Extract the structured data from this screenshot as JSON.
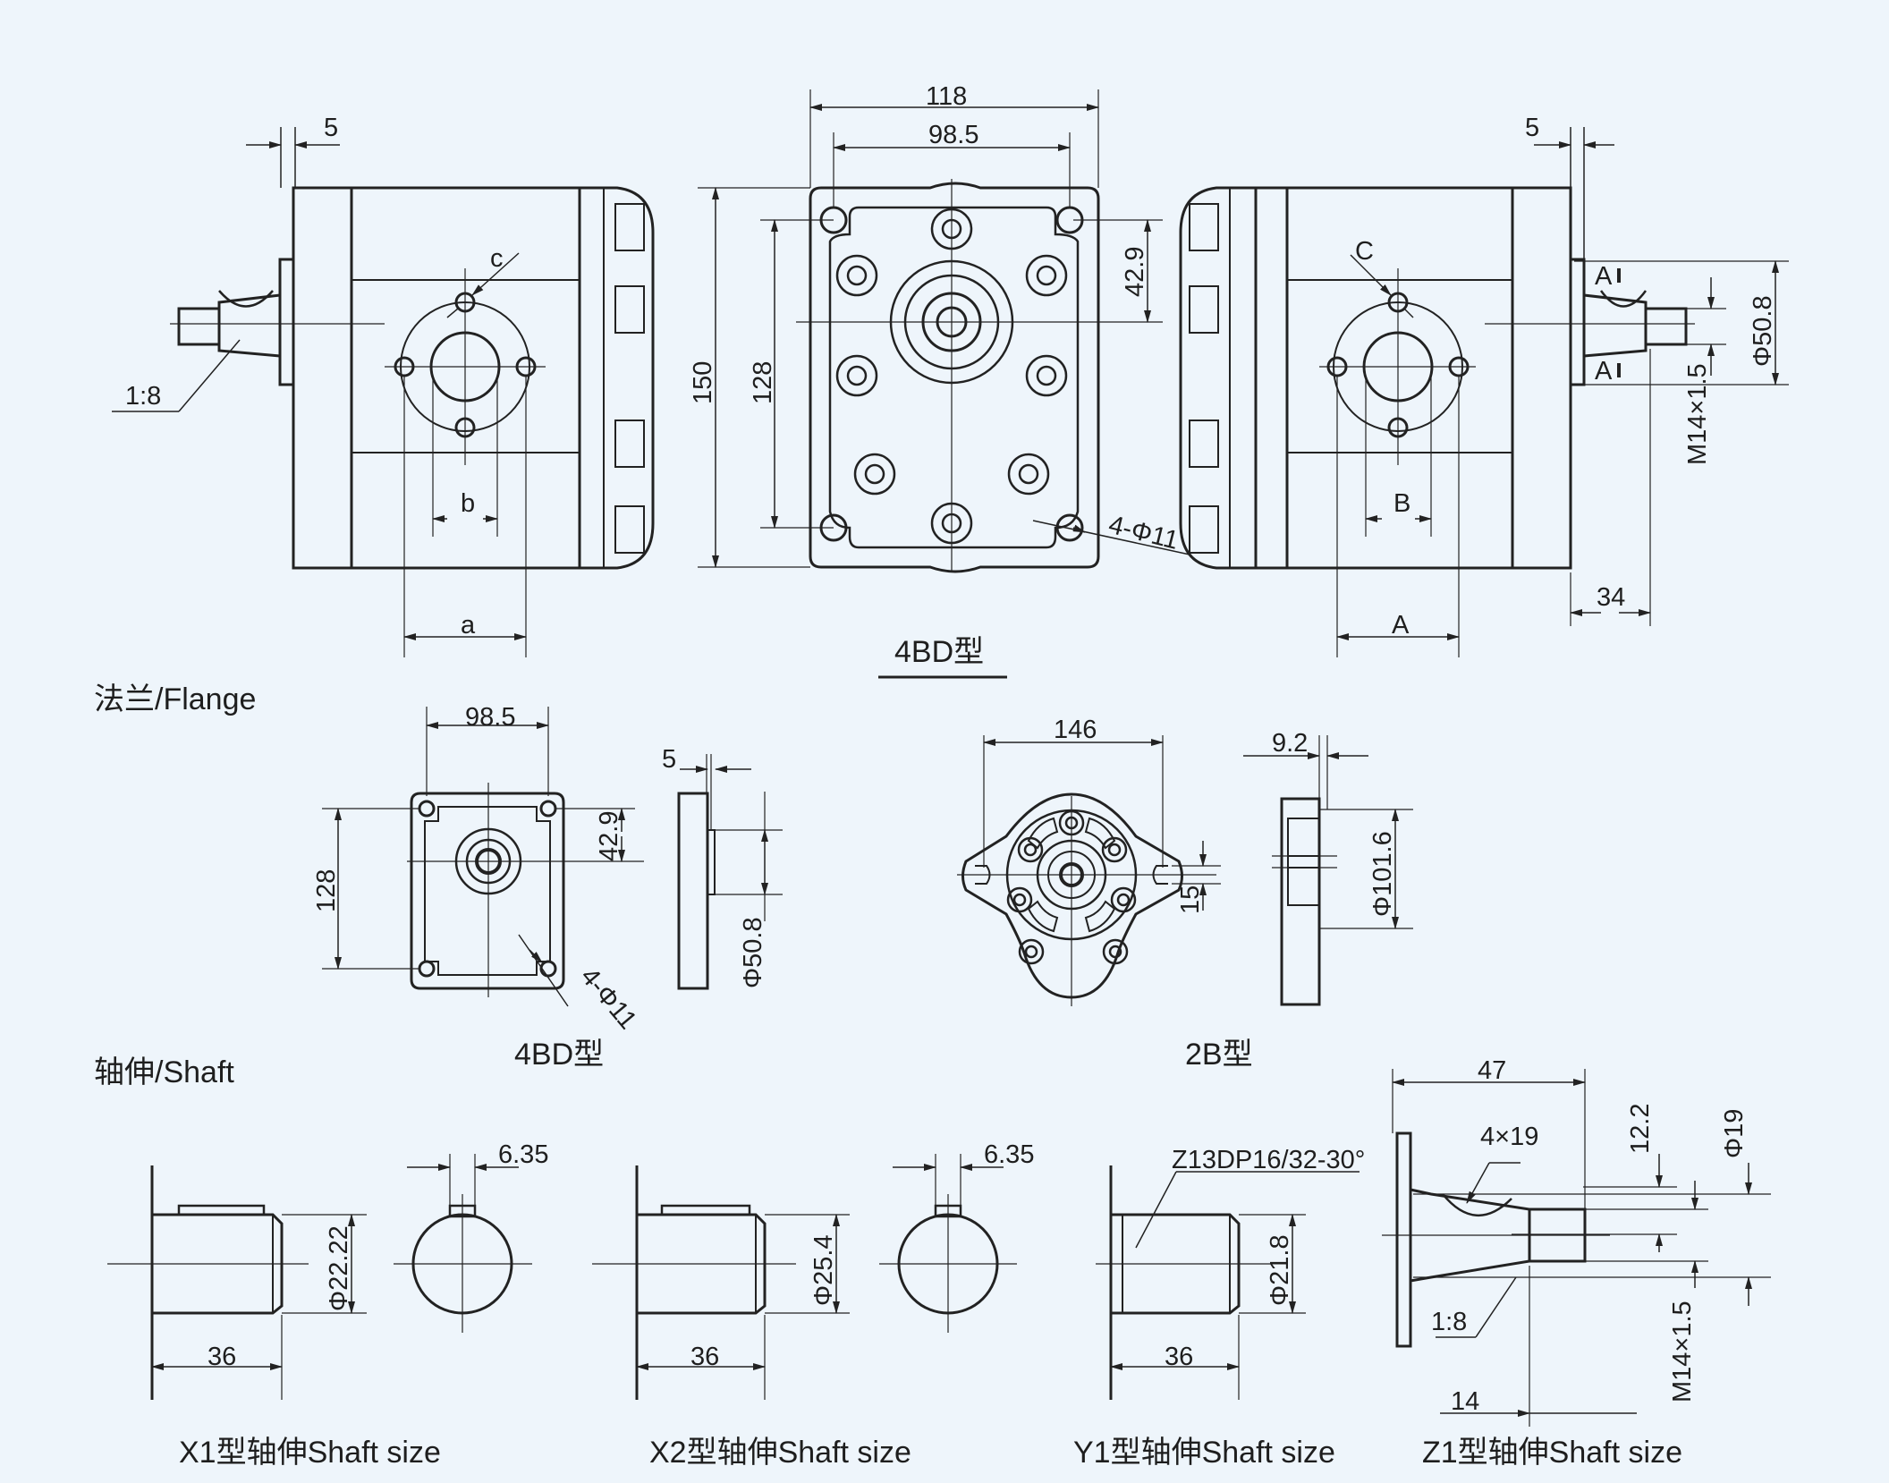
{
  "main": {
    "title": "4BD型",
    "dims": {
      "left": {
        "top_offset": "5",
        "taper": "1:8",
        "c": "c",
        "b": "b",
        "a": "a"
      },
      "front": {
        "width_outer": "118",
        "width_inner": "98.5",
        "height_outer": "150",
        "height_inner": "128",
        "center_offset": "42.9",
        "holes": "4-Φ11"
      },
      "right": {
        "top_offset": "5",
        "C": "C",
        "B": "B",
        "A": "A",
        "section_top": "A",
        "section_bottom": "A",
        "pilot_dia": "Φ50.8",
        "thread": "M14×1.5",
        "shaft_len": "34"
      }
    }
  },
  "flange": {
    "heading": "法兰/Flange",
    "bd": {
      "label": "4BD型",
      "width": "98.5",
      "height": "128",
      "offset": "42.9",
      "holes": "4-Φ11",
      "thickness": "5",
      "pilot": "Φ50.8"
    },
    "b2": {
      "label": "2B型",
      "width": "146",
      "slot": "15",
      "thickness": "9.2",
      "pilot": "Φ101.6"
    }
  },
  "shaft": {
    "heading": "轴伸/Shaft",
    "x1": {
      "caption": "X1型轴伸Shaft size",
      "length": "36",
      "dia": "Φ22.22",
      "key": "6.35"
    },
    "x2": {
      "caption": "X2型轴伸Shaft size",
      "length": "36",
      "dia": "Φ25.4",
      "key": "6.35"
    },
    "y1": {
      "caption": "Y1型轴伸Shaft size",
      "length": "36",
      "dia": "Φ21.8",
      "spline": "Z13DP16/32-30°"
    },
    "z1": {
      "caption": "Z1型轴伸Shaft size",
      "overall": "47",
      "key": "4×19",
      "depth": "12.2",
      "dia": "Φ19",
      "taper": "1:8",
      "thread": "M14×1.5",
      "thread_len": "14"
    }
  }
}
